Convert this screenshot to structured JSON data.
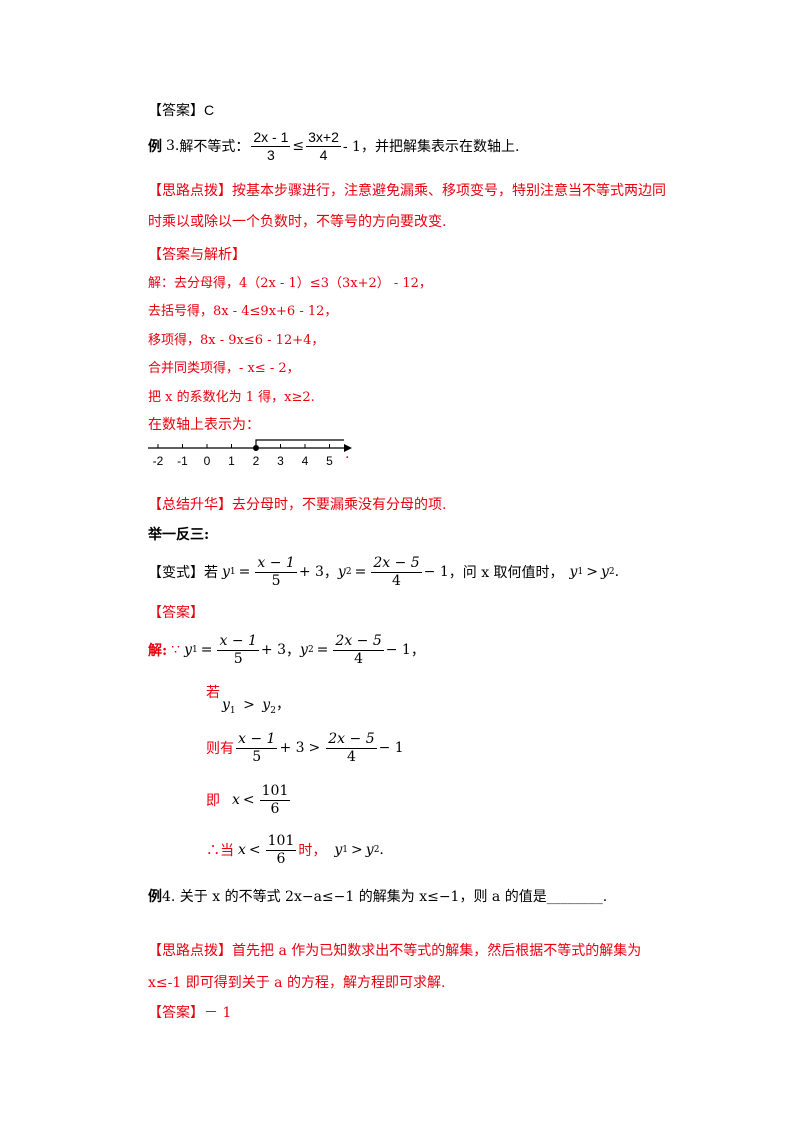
{
  "answer_c": {
    "label": "【答案】",
    "value": "C"
  },
  "ex3": {
    "label": "例",
    "num": "3.",
    "text1": "解不等式：",
    "f1_num": "2x - 1",
    "f1_den": "3",
    "op": "≤",
    "f2_num": "3x+2",
    "f2_den": "4",
    "tail": "- 1，并把解集表示在数轴上."
  },
  "hint3": {
    "label": "【思路点拨】",
    "line1": "按基本步骤进行，注意避免漏乘、移项变号，特别注意当不等式两边同",
    "line2": "时乘以或除以一个负数时，不等号的方向要改变."
  },
  "analysis": {
    "label": "【答案与解析】",
    "steps": [
      "解：去分母得，4（2x - 1）≤3（3x+2） - 12，",
      "去括号得，8x - 4≤9x+6 - 12，",
      "移项得，8x - 9x≤6 - 12+4，",
      "合并同类项得，- x≤ - 2，",
      "把 x 的系数化为 1 得，x≥2.",
      "在数轴上表示为："
    ]
  },
  "numberline": {
    "ticks": [
      "-2",
      "-1",
      "0",
      "1",
      "2",
      "3",
      "4",
      "5"
    ],
    "solution_start": 2,
    "end_dot": "."
  },
  "summary": {
    "label": "【总结升华】",
    "text": "去分母时，不要漏乘没有分母的项."
  },
  "juyi": "举一反三:",
  "variant": {
    "label": "【变式】",
    "ruo": "若",
    "y1": "y",
    "sub1": "1",
    "eq": "=",
    "fa_num": "x − 1",
    "fa_den": "5",
    "plus3": "+ 3",
    "comma": "，",
    "y2": "y",
    "sub2": "2",
    "fb_num": "2x − 5",
    "fb_den": "4",
    "minus1": "− 1",
    "ask": "，问 x 取何值时，",
    "gt": ">",
    "period": "."
  },
  "answer2": {
    "label": "【答案】"
  },
  "sol": {
    "jie": "解:",
    "because": "∵",
    "ruo": "若",
    "zeyou": "则有",
    "gt": ">",
    "ji": "即",
    "x": "x",
    "lt": "<",
    "frac_num": "101",
    "frac_den": "6",
    "therefore": "∴当",
    "shi": "时，",
    "period": "."
  },
  "ex4": {
    "label": "例",
    "text": "4. 关于 x 的不等式 2x−a≤−1 的解集为 x≤−1，则 a 的值是",
    "blank": "________",
    "end": "."
  },
  "hint4": {
    "label": "【思路点拨】",
    "line1": "首先把 a 作为已知数求出不等式的解集，然后根据不等式的解集为",
    "line2": "x≤-1 即可得到关于 a 的方程，解方程即可求解."
  },
  "answer4": {
    "label": "【答案】",
    "value": "－ 1"
  }
}
